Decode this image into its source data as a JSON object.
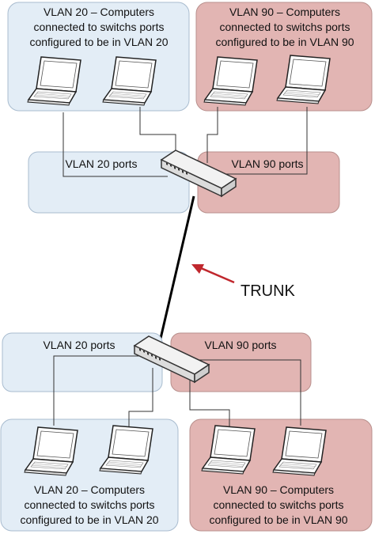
{
  "colors": {
    "vlan20_fill": "#e3edf6",
    "vlan20_stroke": "#a9bccf",
    "vlan90_fill": "#e2b5b3",
    "vlan90_stroke": "#b88f8c",
    "trunk_arrow": "#c0272d",
    "line": "#333333"
  },
  "top": {
    "vlan20_group": {
      "line1": "VLAN 20 – Computers",
      "line2": "connected to switchs ports",
      "line3": "configured to be in VLAN 20"
    },
    "vlan90_group": {
      "line1": "VLAN 90 – Computers",
      "line2": "connected to switchs ports",
      "line3": "configured to be in VLAN 90"
    },
    "vlan20_ports": "VLAN 20 ports",
    "vlan90_ports": "VLAN 90 ports"
  },
  "trunk_label": "TRUNK",
  "bottom": {
    "vlan20_ports": "VLAN 20 ports",
    "vlan90_ports": "VLAN 90 ports",
    "vlan20_group": {
      "line1": "VLAN 20 – Computers",
      "line2": "connected to switchs ports",
      "line3": "configured to be in VLAN 20"
    },
    "vlan90_group": {
      "line1": "VLAN 90 – Computers",
      "line2": "connected to switchs ports",
      "line3": "configured to be in VLAN 90"
    }
  },
  "icons": {
    "laptop": "laptop-icon",
    "switch": "switch-icon"
  }
}
